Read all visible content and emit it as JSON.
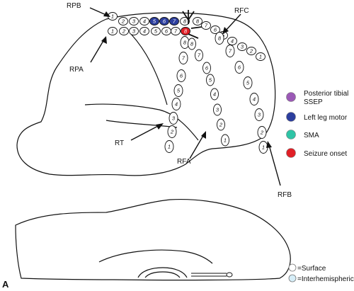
{
  "panel_label": "A",
  "strip_labels": {
    "rpb": "RPB",
    "rpa": "RPA",
    "rfc": "RFC",
    "rt": "RT",
    "rfa": "RFA",
    "rfb": "RFB"
  },
  "legend": {
    "items": [
      {
        "label_lines": [
          "Posterior tibial",
          "SSEP"
        ],
        "color": "#9b59b6"
      },
      {
        "label_lines": [
          "Left leg motor"
        ],
        "color": "#2c3e9e"
      },
      {
        "label_lines": [
          "SMA"
        ],
        "color": "#2ec4a6"
      },
      {
        "label_lines": [
          "Seizure onset"
        ],
        "color": "#e01f26"
      }
    ],
    "types": [
      {
        "label": "=Surface",
        "color": "#ffffff"
      },
      {
        "label": "=Interhemispheric",
        "color": "#d6eef8"
      }
    ]
  },
  "strips": [
    {
      "id": "RPB",
      "labels": [
        "1"
      ],
      "fills": [
        "#ffffff"
      ]
    },
    {
      "id": "RPA",
      "labels": [
        "1",
        "2",
        "3",
        "4",
        "5",
        "6",
        "7",
        "8"
      ],
      "fills": [
        "#ffffff",
        "#ffffff",
        "#ffffff",
        "#ffffff",
        "#ffffff",
        "#ffffff",
        "#ffffff",
        "#e01f26"
      ]
    },
    {
      "id": "RPB-top",
      "labels": [
        "2",
        "3",
        "4",
        "5",
        "6",
        "7",
        "8"
      ],
      "fills": [
        "#ffffff",
        "#ffffff",
        "#ffffff",
        "#2c3e9e",
        "#2c3e9e",
        "#2c3e9e",
        "#ffffff"
      ]
    },
    {
      "id": "RFC",
      "labels": [
        "8",
        "7",
        "6",
        "5",
        "4",
        "3",
        "2",
        "1"
      ],
      "fills": [
        "#ffffff",
        "#ffffff",
        "#ffffff",
        "#ffffff",
        "#ffffff",
        "#ffffff",
        "#ffffff",
        "#ffffff"
      ]
    },
    {
      "id": "RT",
      "labels": [
        "8",
        "7",
        "6",
        "5",
        "4",
        "3",
        "2",
        "1"
      ],
      "fills": [
        "#ffffff",
        "#ffffff",
        "#ffffff",
        "#ffffff",
        "#ffffff",
        "#ffffff",
        "#ffffff",
        "#ffffff"
      ]
    },
    {
      "id": "RFA",
      "labels": [
        "8",
        "7",
        "6",
        "5",
        "4",
        "3",
        "2",
        "1"
      ],
      "fills": [
        "#ffffff",
        "#ffffff",
        "#ffffff",
        "#ffffff",
        "#ffffff",
        "#ffffff",
        "#ffffff",
        "#ffffff"
      ]
    },
    {
      "id": "RFB",
      "labels": [
        "8",
        "7",
        "6",
        "5",
        "4",
        "3",
        "2",
        "1"
      ],
      "fills": [
        "#ffffff",
        "#ffffff",
        "#ffffff",
        "#ffffff",
        "#ffffff",
        "#ffffff",
        "#ffffff",
        "#ffffff"
      ]
    }
  ]
}
